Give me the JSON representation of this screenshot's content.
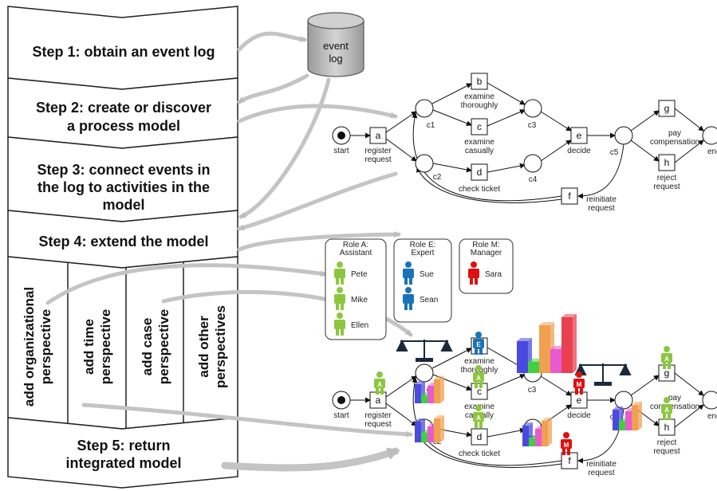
{
  "steps": {
    "s1": "Step 1: obtain an event log",
    "s2": [
      "Step 2: create or discover",
      "a process model"
    ],
    "s3": [
      "Step 3: connect events in",
      "the log to activities in the",
      "model"
    ],
    "s4": "Step 4: extend the model",
    "s5": [
      "Step 5: return",
      "integrated model"
    ]
  },
  "perspectives": [
    [
      "add organizational",
      "perspective"
    ],
    [
      "add time",
      "perspective"
    ],
    [
      "add case",
      "perspective"
    ],
    [
      "add other",
      "perspectives"
    ]
  ],
  "event_log": [
    "event",
    "log"
  ],
  "process_model": {
    "start": "start",
    "end": "end",
    "places": {
      "c1": "c1",
      "c2": "c2",
      "c3": "c3",
      "c4": "c4",
      "c5": "c5"
    },
    "activities": {
      "a": {
        "letter": "a",
        "label": [
          "register",
          "request"
        ]
      },
      "b": {
        "letter": "b",
        "label": [
          "examine",
          "thoroughly"
        ]
      },
      "c": {
        "letter": "c",
        "label": [
          "examine",
          "casually"
        ]
      },
      "d": {
        "letter": "d",
        "label": [
          "check ticket"
        ]
      },
      "e": {
        "letter": "e",
        "label": [
          "decide"
        ]
      },
      "f": {
        "letter": "f",
        "label": [
          "reinitiate",
          "request"
        ]
      },
      "g": {
        "letter": "g",
        "label": [
          "pay",
          "compensation"
        ]
      },
      "h": {
        "letter": "h",
        "label": [
          "reject",
          "request"
        ]
      }
    }
  },
  "roles": [
    {
      "title": [
        "Role A:",
        "Assistant"
      ],
      "members": [
        "Pete",
        "Mike",
        "Ellen"
      ],
      "color": "#8cc63f"
    },
    {
      "title": [
        "Role E:",
        "Expert"
      ],
      "members": [
        "Sue",
        "Sean"
      ],
      "color": "#1a73b8"
    },
    {
      "title": [
        "Role M:",
        "Manager"
      ],
      "members": [
        "Sara"
      ],
      "color": "#e01010"
    }
  ],
  "badge_letters": {
    "assistant": "A",
    "expert": "E",
    "manager": "M"
  },
  "colors": {
    "arrow": "#c8c8c8",
    "db": "#c8c8c8",
    "bar_blue": "#4a4ae0",
    "bar_orange": "#f0a050",
    "bar_pink": "#e85ad0",
    "bar_red": "#e84050",
    "bar_green": "#40d040"
  }
}
